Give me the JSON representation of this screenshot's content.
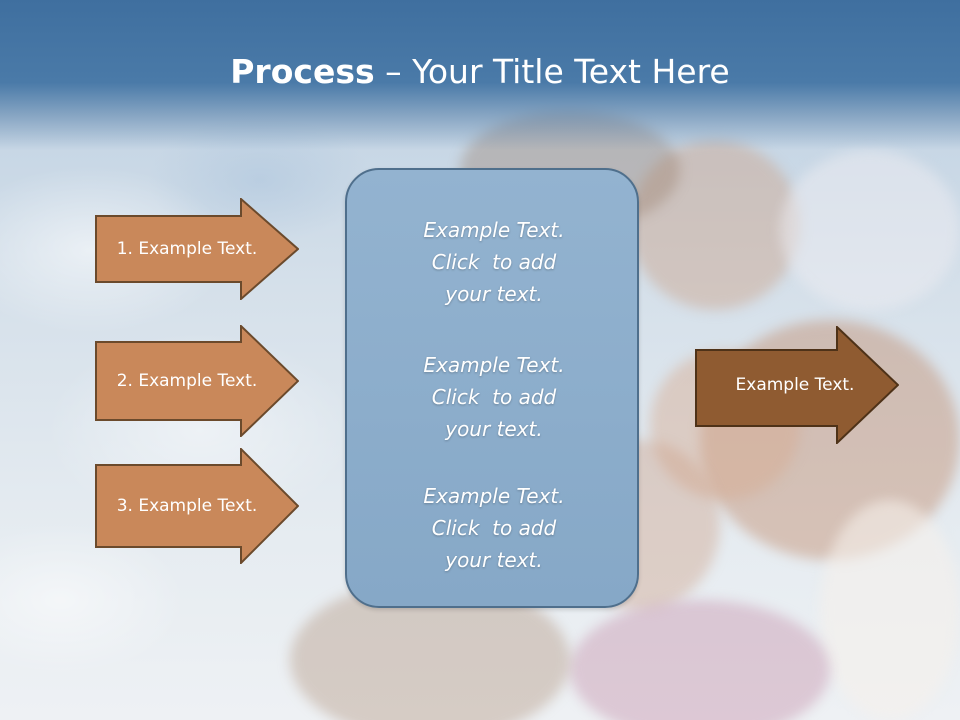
{
  "slide": {
    "title_bold": "Process",
    "title_rest": " – Your Title Text Here",
    "left_arrows": [
      {
        "label": "1. Example Text."
      },
      {
        "label": "2. Example Text."
      },
      {
        "label": "3. Example Text."
      }
    ],
    "center_box": [
      {
        "text": "Example Text.\nClick  to add\nyour text."
      },
      {
        "text": "Example Text.\nClick  to add\nyour text."
      },
      {
        "text": "Example Text.\nClick  to add\nyour text."
      }
    ],
    "right_arrow": {
      "label": "Example Text."
    }
  },
  "colors": {
    "title_band": "#4a7aa8",
    "left_arrow_fill": "#c9885a",
    "left_arrow_stroke": "#6b4a2c",
    "right_arrow_fill": "#8f5b31",
    "right_arrow_stroke": "#4e3218",
    "center_box_fill": "#8aabc9",
    "center_box_stroke": "#4f6f8c"
  }
}
